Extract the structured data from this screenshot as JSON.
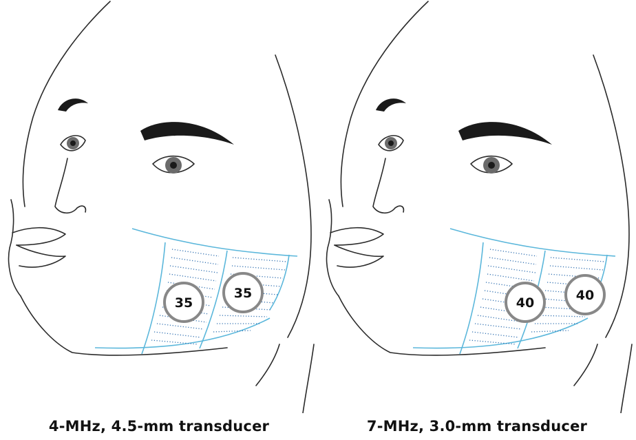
{
  "panels": [
    {
      "caption": "4-MHz, 4.5-mm transducer",
      "markers": [
        "35",
        "35"
      ]
    },
    {
      "caption": "7-MHz, 3.0-mm transducer",
      "markers": [
        "40",
        "40"
      ]
    }
  ],
  "colors": {
    "zone_outline": "#5bb7db",
    "zone_dots": "#2f6fb0",
    "marker_ring": "#888888",
    "line_art": "#2a2a2a"
  }
}
